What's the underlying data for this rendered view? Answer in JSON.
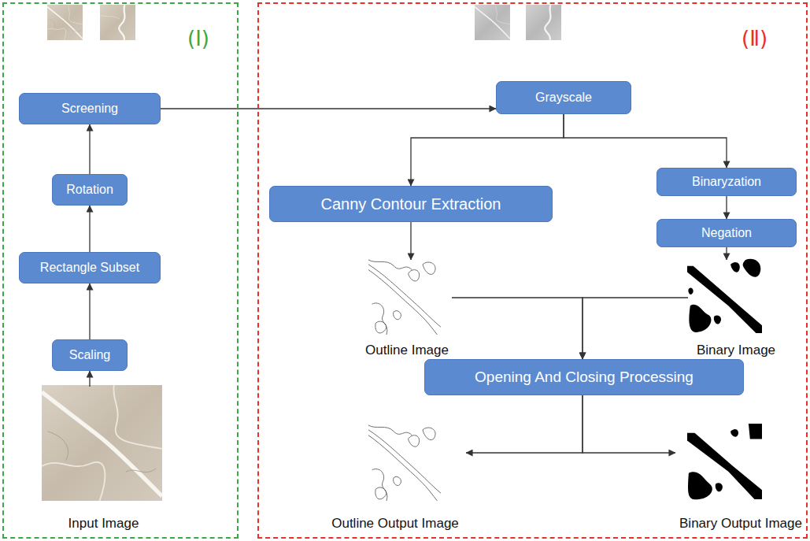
{
  "diagram": {
    "nodes": [
      {
        "text": [
          "(Ⅰ)"
        ]
      },
      {
        "text": [
          "Screening"
        ],
        "in": 0
      },
      {
        "text": [
          "Rotation"
        ],
        "in": 0
      },
      {
        "text": [
          "Rectangle Subset"
        ],
        "in": 0
      },
      {
        "text": [
          "Scaling"
        ],
        "in": 0
      },
      {
        "text": [
          "Input Image"
        ],
        "in": 0
      },
      {
        "text": [
          "(Ⅱ)"
        ]
      },
      {
        "text": [
          "Grayscale"
        ],
        "in": 6
      },
      {
        "text": [
          "Canny Contour Extraction"
        ],
        "in": 6
      },
      {
        "text": [
          "Binaryzation"
        ],
        "in": 6
      },
      {
        "text": [
          "Negation"
        ],
        "in": 6
      },
      {
        "text": [
          "Outline Image"
        ],
        "in": 6
      },
      {
        "text": [
          "Binary Image"
        ],
        "in": 6
      },
      {
        "text": [
          "Opening And Closing Processing"
        ],
        "in": 6
      },
      {
        "text": [
          "Outline Output Image"
        ],
        "in": 6
      },
      {
        "text": [
          "Binary Output Image"
        ],
        "in": 6
      }
    ],
    "edges": [
      {
        "from": 5,
        "to": 4,
        "arrow": "to"
      },
      {
        "from": 4,
        "to": 3,
        "arrow": "to"
      },
      {
        "from": 3,
        "to": 2,
        "arrow": "to"
      },
      {
        "from": 2,
        "to": 1,
        "arrow": "to"
      },
      {
        "from": 1,
        "to": 7,
        "arrow": "to"
      },
      {
        "from": 7,
        "to": 8,
        "arrow": "to"
      },
      {
        "from": 7,
        "to": 9,
        "arrow": "to"
      },
      {
        "from": 9,
        "to": 10,
        "arrow": "to"
      },
      {
        "from": 8,
        "to": 11,
        "arrow": "to"
      },
      {
        "from": 10,
        "to": 12,
        "arrow": "to"
      },
      {
        "from": 11,
        "to": 13,
        "arrow": "to"
      },
      {
        "from": 12,
        "to": 13,
        "arrow": "to"
      },
      {
        "from": 13,
        "to": 14,
        "arrow": "to"
      },
      {
        "from": 13,
        "to": 15,
        "arrow": "to"
      }
    ]
  }
}
